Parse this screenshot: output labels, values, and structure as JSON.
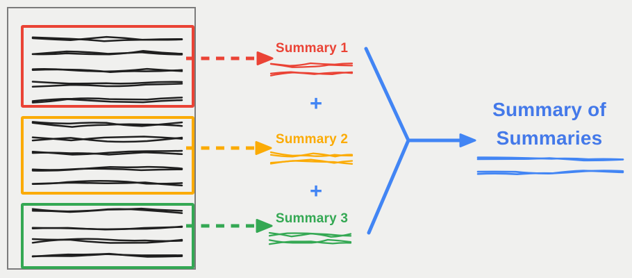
{
  "diagram": {
    "title_meaning": "map-reduce summarization",
    "background": "#f0f0ee",
    "document": {
      "border_color": "#7b7b7b",
      "text_line_color": "#1f1f1f",
      "chunks": [
        {
          "name": "chunk-1",
          "color": "#ea4335",
          "text_line_count": 5
        },
        {
          "name": "chunk-2",
          "color": "#fbab05",
          "text_line_count": 5
        },
        {
          "name": "chunk-3",
          "color": "#34a853",
          "text_line_count": 4
        }
      ]
    },
    "summaries": [
      {
        "label": "Summary 1",
        "color": "#ea4335"
      },
      {
        "label": "Summary 2",
        "color": "#fbab05"
      },
      {
        "label": "Summary 3",
        "color": "#34a853"
      }
    ],
    "plus_sign": "+",
    "merge_color": "#4285f4",
    "final_summary": {
      "line1": "Summary of",
      "line2": "Summaries",
      "color": "#4479e9"
    }
  }
}
